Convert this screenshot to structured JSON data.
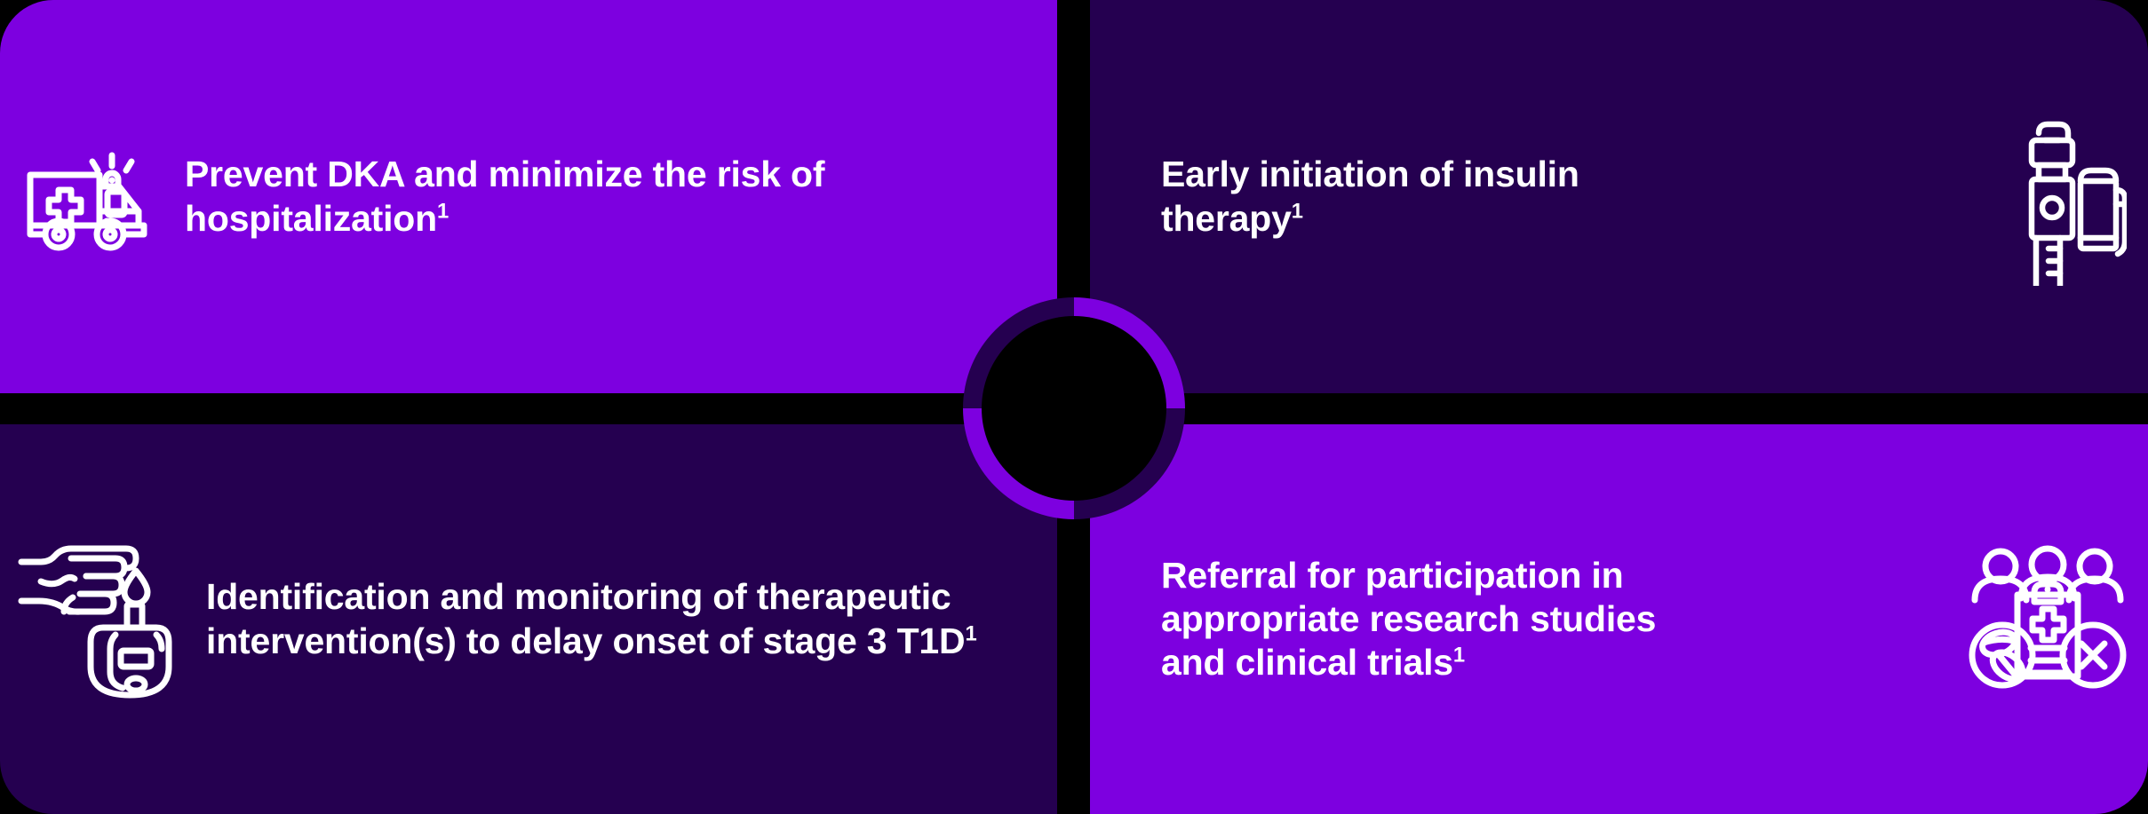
{
  "theme": {
    "background": "#000000",
    "accent_bright": "#7D00E0",
    "accent_dark": "#250050",
    "text_color": "#FFFFFF"
  },
  "layout": {
    "type": "quadrant-infographic",
    "columns": 2,
    "rows": 2,
    "center_hub": "black-circle-with-ring"
  },
  "quadrants": [
    {
      "id": "prevent-dka",
      "position": "top-left",
      "background": "#7D00E0",
      "icon": "ambulance-icon",
      "icon_side": "left",
      "text_lines": [
        "Prevent DKA and minimize",
        "the risk of hospitalization"
      ],
      "text": "Prevent DKA and minimize the risk of hospitalization",
      "citation": "1"
    },
    {
      "id": "early-insulin",
      "position": "top-right",
      "background": "#250050",
      "icon": "insulin-pen-icon",
      "icon_side": "right",
      "text_lines": [
        "Early initiation of insulin",
        "therapy"
      ],
      "text": "Early initiation of insulin therapy",
      "citation": "1"
    },
    {
      "id": "identification-monitoring",
      "position": "bottom-left",
      "background": "#250050",
      "icon": "glucose-meter-finger-prick-icon",
      "icon_side": "left",
      "text_lines": [
        "Identification and",
        "monitoring of therapeutic",
        "intervention(s) to delay",
        "onset of stage 3 T1D"
      ],
      "text": "Identification and monitoring of therapeutic intervention(s) to delay onset of stage 3 T1D",
      "citation": "1"
    },
    {
      "id": "research-referral",
      "position": "bottom-right",
      "background": "#7D00E0",
      "icon": "clinical-research-group-icon",
      "icon_side": "right",
      "text_lines": [
        "Referral for participation",
        "in appropriate research",
        "studies and clinical trials"
      ],
      "text": "Referral for participation in appropriate research studies and clinical trials",
      "citation": "1"
    }
  ]
}
